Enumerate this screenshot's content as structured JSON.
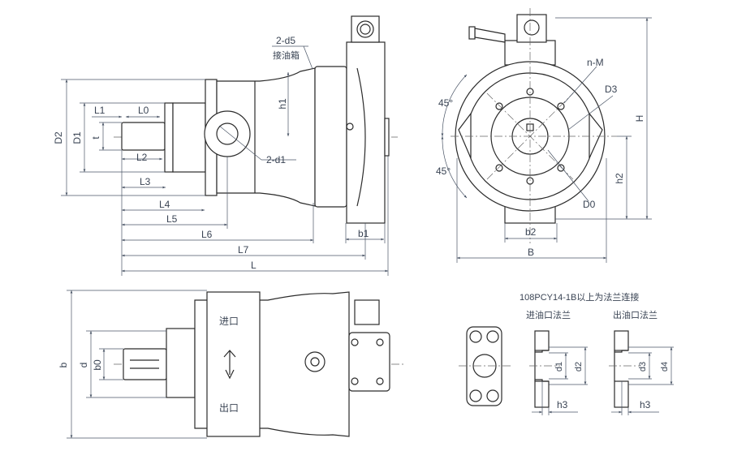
{
  "side_view": {
    "labels": {
      "L1": "L1",
      "L0": "L0",
      "t": "t",
      "L2": "L2",
      "L3": "L3",
      "L4": "L4",
      "L5": "L5",
      "L6": "L6",
      "L7": "L7",
      "L": "L",
      "D1": "D1",
      "D2": "D2",
      "h1": "h1",
      "d5": "2-d5",
      "tank": "接油箱",
      "d1": "2-d1",
      "b1": "b1"
    }
  },
  "end_view": {
    "labels": {
      "nM": "n-M",
      "D3": "D3",
      "angle_top": "45°",
      "angle_bottom": "45°",
      "D0": "D0",
      "b2": "b2",
      "B": "B",
      "H": "H",
      "h2": "h2"
    }
  },
  "top_view": {
    "labels": {
      "b": "b",
      "d": "d",
      "b0": "b0",
      "inlet": "进口",
      "outlet": "出口"
    }
  },
  "flanges": {
    "title": "108PCY14-1B以上为法兰连接",
    "inlet_title": "进油口法兰",
    "outlet_title": "出油口法兰",
    "labels": {
      "d1": "d1",
      "d2": "d2",
      "d3": "d3",
      "d4": "d4",
      "h3_in": "h3",
      "h3_out": "h3"
    }
  }
}
